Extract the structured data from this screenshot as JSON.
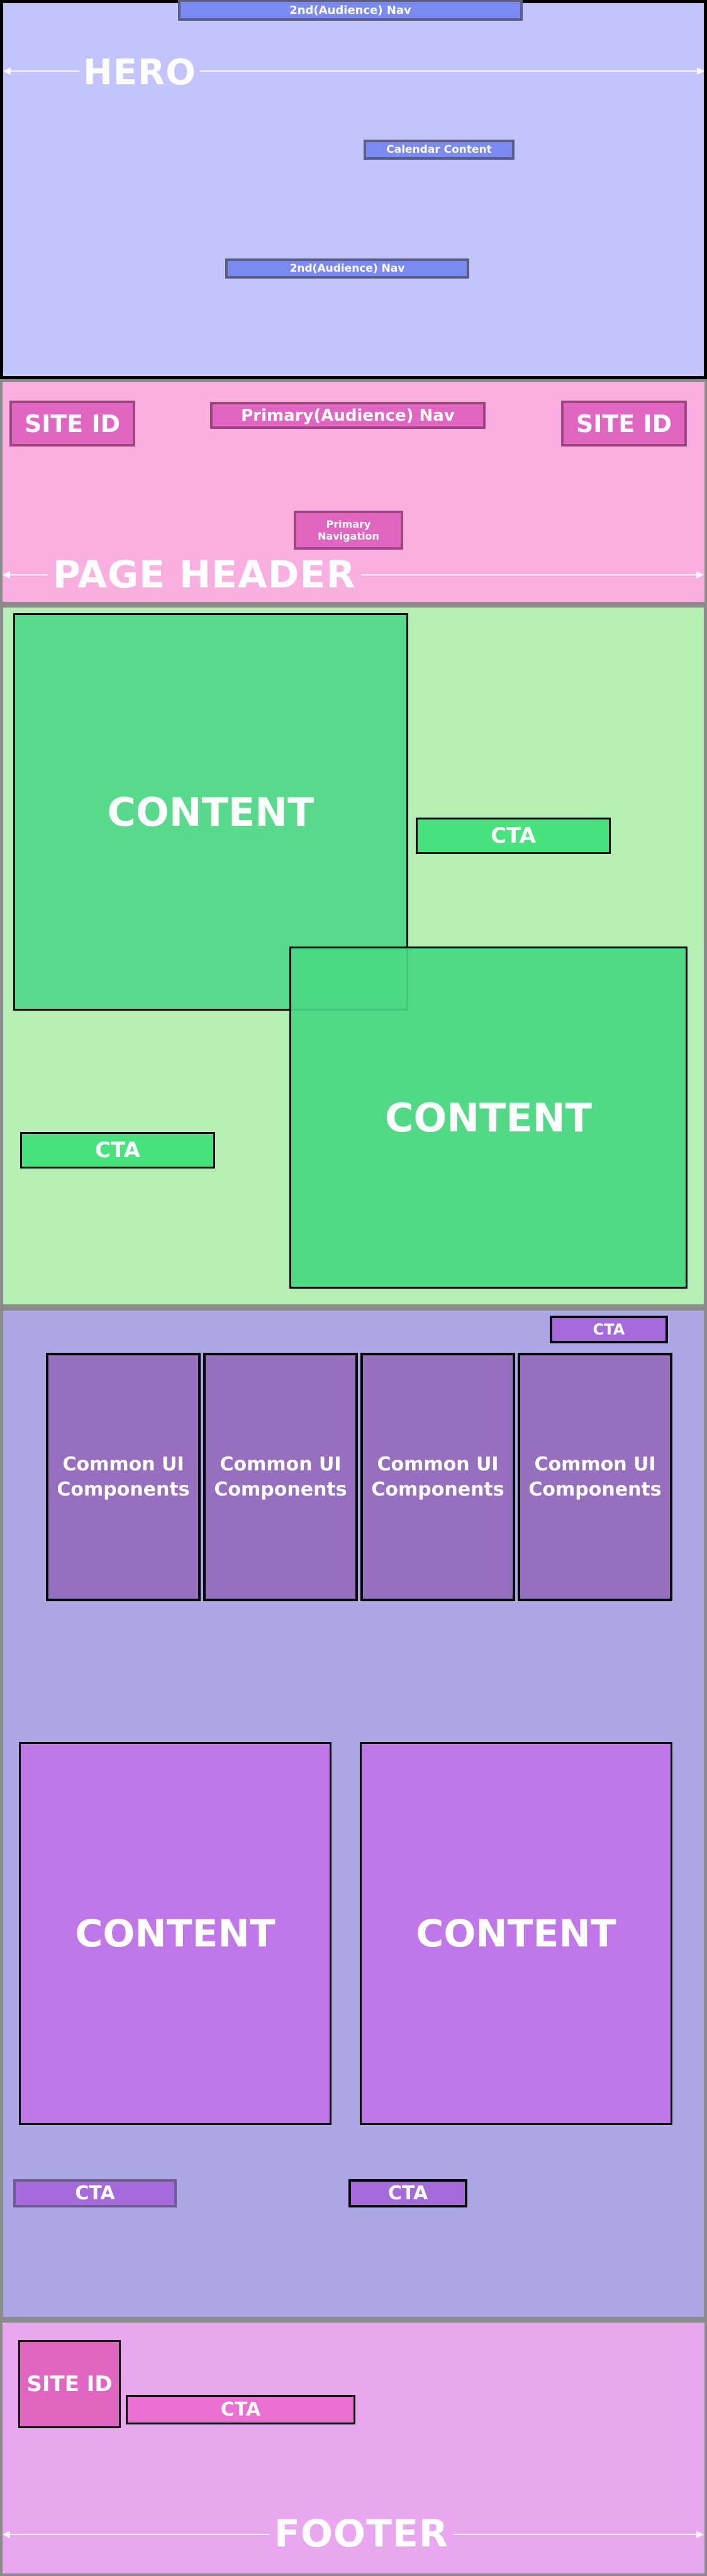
{
  "hero": {
    "label": "HERO",
    "nav_top": "2nd(Audience) Nav",
    "calendar": "Calendar Content",
    "nav_bottom": "2nd(Audience) Nav"
  },
  "page_header": {
    "label": "PAGE HEADER",
    "site_id_left": "SITE ID",
    "site_id_right": "SITE ID",
    "primary_audience_nav": "Primary(Audience)  Nav",
    "primary_navigation": "Primary Navigation"
  },
  "content_area": {
    "content_1": "CONTENT",
    "content_2": "CONTENT",
    "cta_1": "CTA",
    "cta_2": "CTA"
  },
  "ui_area": {
    "cta_top": "CTA",
    "components": [
      "Common UI Components",
      "Common UI Components",
      "Common UI Components",
      "Common UI Components"
    ],
    "content_left": "CONTENT",
    "content_right": "CONTENT",
    "cta_left": "CTA",
    "cta_right": "CTA"
  },
  "footer": {
    "label": "FOOTER",
    "site_id": "SITE ID",
    "cta": "CTA"
  }
}
